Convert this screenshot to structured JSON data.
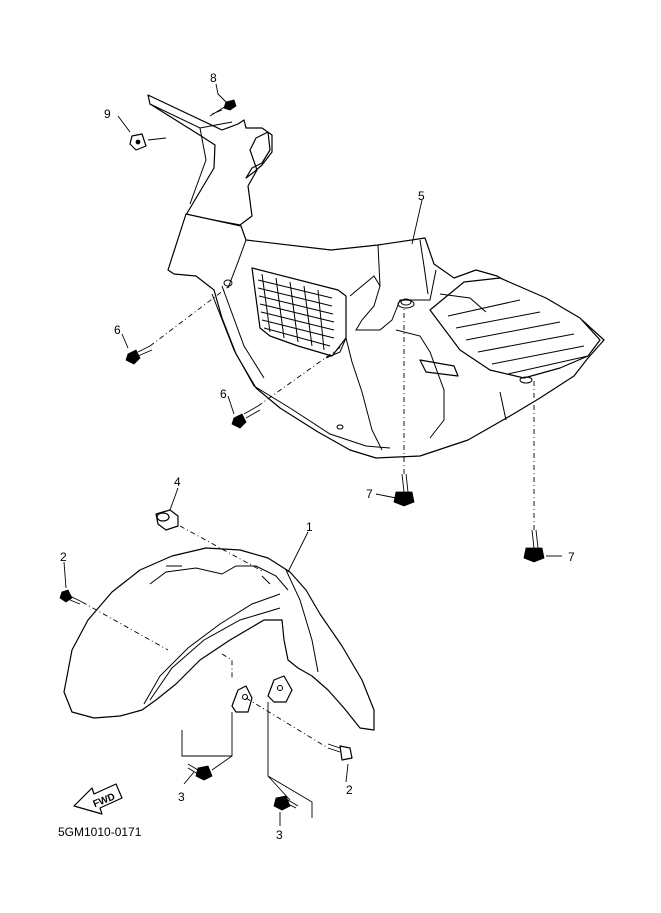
{
  "diagram": {
    "callouts": {
      "c1": "1",
      "c2a": "2",
      "c2b": "2",
      "c3a": "3",
      "c3b": "3",
      "c4": "4",
      "c5": "5",
      "c6a": "6",
      "c6b": "6",
      "c7a": "7",
      "c7b": "7",
      "c8": "8",
      "c9": "9"
    },
    "direction_label": "FWD",
    "drawing_code": "5GM1010-0171"
  },
  "colors": {
    "line": "#000000",
    "background": "#ffffff"
  }
}
